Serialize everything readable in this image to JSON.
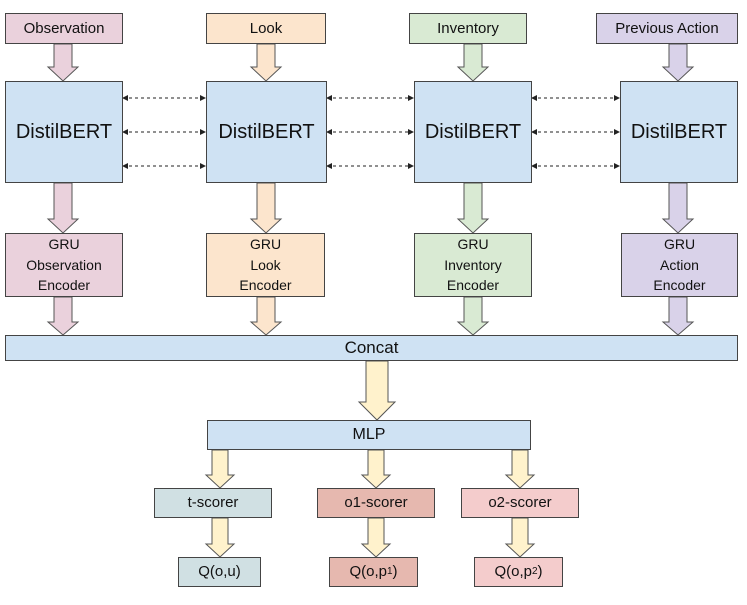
{
  "inputs": [
    {
      "label": "Observation",
      "color": "#ead1dc"
    },
    {
      "label": "Look",
      "color": "#fce5cd"
    },
    {
      "label": "Inventory",
      "color": "#d9ead3"
    },
    {
      "label": "Previous Action",
      "color": "#d9d2e9"
    }
  ],
  "encoder_label": "DistilBERT",
  "gru_encoders": [
    {
      "lines": [
        "GRU",
        "Observation",
        "Encoder"
      ]
    },
    {
      "lines": [
        "GRU",
        "Look",
        "Encoder"
      ]
    },
    {
      "lines": [
        "GRU",
        "Inventory",
        "Encoder"
      ]
    },
    {
      "lines": [
        "GRU",
        "Action",
        "Encoder"
      ]
    }
  ],
  "concat_label": "Concat",
  "mlp_label": "MLP",
  "scorers": [
    {
      "label": "t-scorer",
      "color": "#d0e0e3"
    },
    {
      "label": "o1-scorer",
      "color": "#e6b8af"
    },
    {
      "label": "o2-scorer",
      "color": "#f4cccc"
    }
  ],
  "outputs": [
    {
      "prefix": "Q(o,u)",
      "sub": "",
      "suffix": ""
    },
    {
      "prefix": "Q(o,p",
      "sub": "1",
      "suffix": ")"
    },
    {
      "prefix": "Q(o,p",
      "sub": "2",
      "suffix": ")"
    }
  ],
  "colors": {
    "arrow_yellow": "#fff2cc",
    "arrow_stroke": "#555555",
    "bert": "#cfe2f3"
  }
}
